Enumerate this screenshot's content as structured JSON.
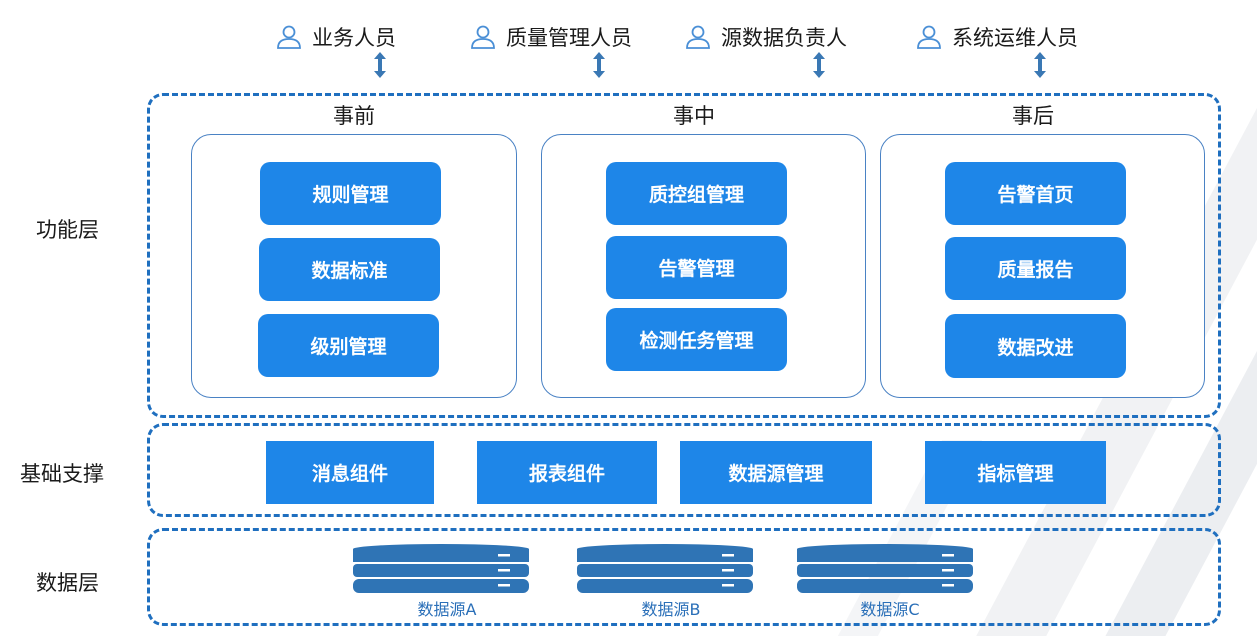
{
  "roles": [
    {
      "icon": "user-icon",
      "label": "业务人员"
    },
    {
      "icon": "user-icon",
      "label": "质量管理人员"
    },
    {
      "icon": "user-icon",
      "label": "源数据负责人"
    },
    {
      "icon": "user-icon",
      "label": "系统运维人员"
    }
  ],
  "layers": {
    "function": {
      "label": "功能层",
      "phases": [
        {
          "title": "事前",
          "items": [
            "规则管理",
            "数据标准",
            "级别管理"
          ]
        },
        {
          "title": "事中",
          "items": [
            "质控组管理",
            "告警管理",
            "检测任务管理"
          ]
        },
        {
          "title": "事后",
          "items": [
            "告警首页",
            "质量报告",
            "数据改进"
          ]
        }
      ]
    },
    "support": {
      "label": "基础支撑",
      "items": [
        "消息组件",
        "报表组件",
        "数据源管理",
        "指标管理"
      ]
    },
    "data": {
      "label": "数据层",
      "sources": [
        "数据源A",
        "数据源B",
        "数据源C"
      ]
    }
  },
  "colors": {
    "accent": "#1e86e8",
    "dashed_border": "#1f6fbf",
    "database": "#2f74b5",
    "role_icon": "#4a8fd6"
  }
}
